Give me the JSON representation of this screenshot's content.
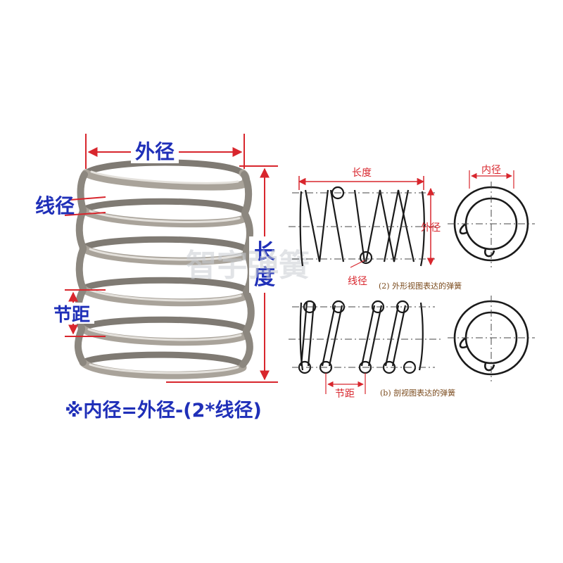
{
  "photo_labels": {
    "outer_diameter": "外径",
    "wire_diameter": "线径",
    "length_top": "长",
    "length_bottom": "度",
    "pitch": "节距",
    "formula": "※内径=外径-(2*线径)"
  },
  "drawing_labels": {
    "length": "长度",
    "outer_diameter": "外径",
    "wire_diameter": "线径",
    "inner_diameter": "内径",
    "pitch": "节距",
    "caption_outline": "(2) 外形视图表达的弹簧",
    "caption_section": "(b) 剖视图表达的弹簧"
  },
  "watermark": "智宇弹簧",
  "colors": {
    "annotation_red": "#d8262d",
    "label_blue": "#1f2fb8",
    "caption_brown": "#7a4a1c",
    "spring_metal": "#a9a39a"
  }
}
